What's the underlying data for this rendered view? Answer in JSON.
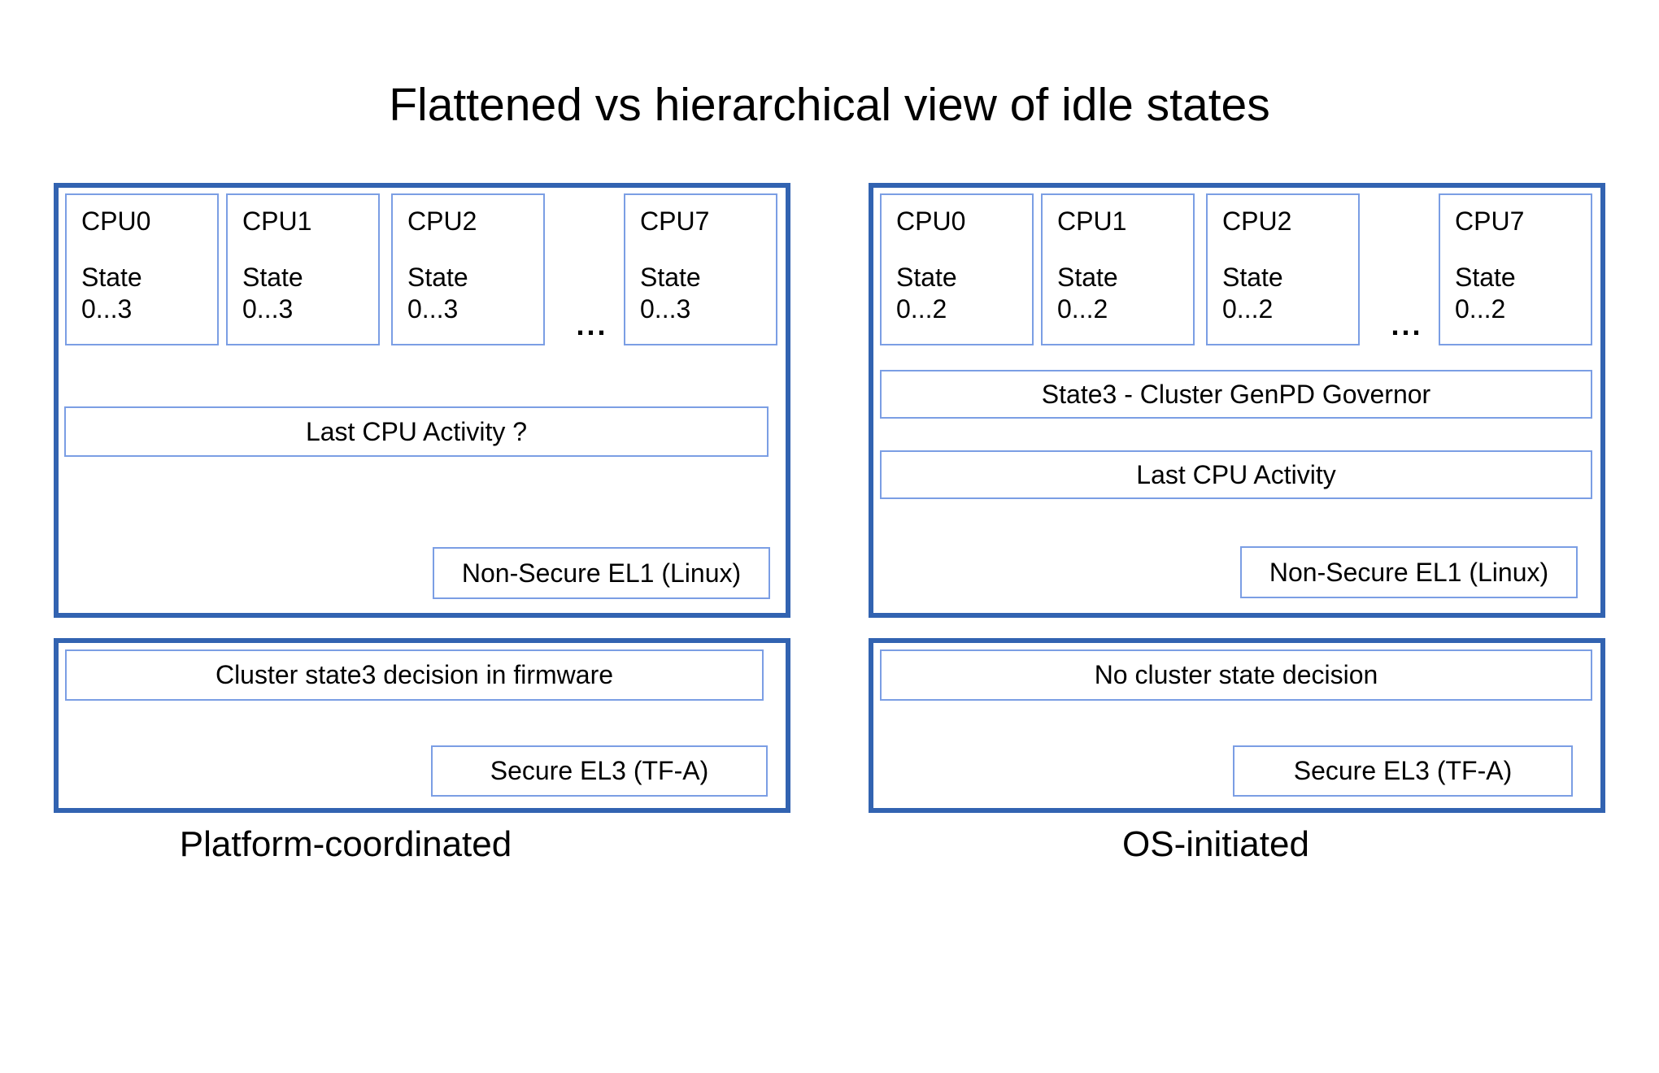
{
  "title": "Flattened vs hierarchical view of idle states",
  "colors": {
    "panel_border": "#3263b1",
    "inner_box_border": "#7b9ee4",
    "text": "#000000",
    "background": "#ffffff"
  },
  "left": {
    "label": "Platform-coordinated",
    "upper": {
      "cpus": [
        {
          "name": "CPU0",
          "state_label": "State",
          "state_range": "0...3"
        },
        {
          "name": "CPU1",
          "state_label": "State",
          "state_range": "0...3"
        },
        {
          "name": "CPU2",
          "state_label": "State",
          "state_range": "0...3"
        },
        {
          "name": "CPU7",
          "state_label": "State",
          "state_range": "0...3"
        }
      ],
      "ellipsis": "...",
      "activity_box": "Last CPU Activity ?",
      "el1_box": "Non-Secure EL1 (Linux)"
    },
    "lower": {
      "decision_box": "Cluster state3 decision in firmware",
      "el3_box": "Secure EL3 (TF-A)"
    }
  },
  "right": {
    "label": "OS-initiated",
    "upper": {
      "cpus": [
        {
          "name": "CPU0",
          "state_label": "State",
          "state_range": "0...2"
        },
        {
          "name": "CPU1",
          "state_label": "State",
          "state_range": "0...2"
        },
        {
          "name": "CPU2",
          "state_label": "State",
          "state_range": "0...2"
        },
        {
          "name": "CPU7",
          "state_label": "State",
          "state_range": "0...2"
        }
      ],
      "ellipsis": "...",
      "governor_box": "State3 - Cluster GenPD Governor",
      "activity_box": "Last CPU Activity",
      "el1_box": "Non-Secure EL1 (Linux)"
    },
    "lower": {
      "decision_box": "No cluster state decision",
      "el3_box": "Secure EL3 (TF-A)"
    }
  }
}
